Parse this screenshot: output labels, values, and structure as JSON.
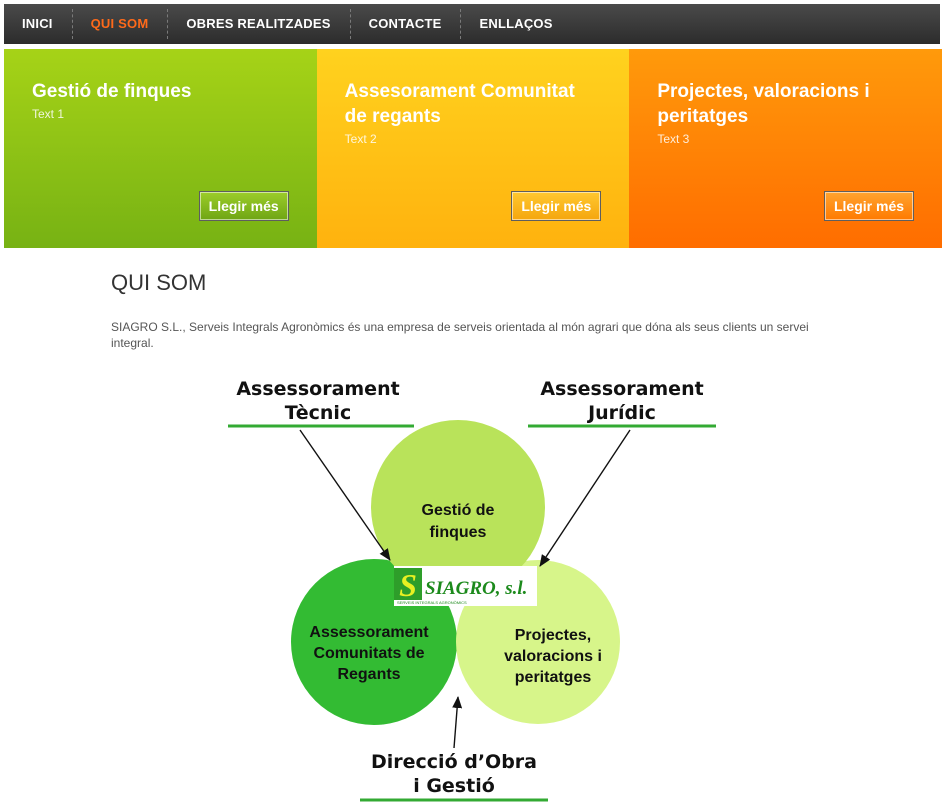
{
  "nav": {
    "items": [
      {
        "label": "INICI"
      },
      {
        "label": "QUI SOM"
      },
      {
        "label": "OBRES REALITZADES"
      },
      {
        "label": "CONTACTE"
      },
      {
        "label": "ENLLAÇOS"
      }
    ],
    "active_index": 1
  },
  "banners": [
    {
      "title": "Gestió de finques",
      "text": "Text 1",
      "button": "Llegir més"
    },
    {
      "title": "Assesorament Comunitat de regants",
      "text": "Text 2",
      "button": "Llegir més"
    },
    {
      "title": "Projectes, valoracions i peritatges",
      "text": "Text 3",
      "button": "Llegir més"
    }
  ],
  "main": {
    "title": "QUI SOM",
    "intro": "SIAGRO S.L., Serveis Integrals Agronòmics és una empresa de serveis orientada al món agrari que dóna als seus clients un servei integral."
  },
  "diagram": {
    "top_left": [
      "Assessorament",
      "Tècnic"
    ],
    "top_right": [
      "Assessorament",
      "Jurídic"
    ],
    "bottom": [
      "Direcció d’Obra",
      "i Gestió"
    ],
    "circle_top": [
      "Gestió de",
      "finques"
    ],
    "circle_left": [
      "Assessorament",
      "Comunitats de",
      "Regants"
    ],
    "circle_right": [
      "Projectes,",
      "valoracions i",
      "peritatges"
    ],
    "logo": {
      "text": "SIAGRO, s.l.",
      "subtext": "SERVEIS INTEGRALS AGRONÒMICS"
    }
  },
  "colors": {
    "nav_active": "#ff6a1a",
    "banner_green": "#8ec516",
    "banner_yellow": "#ffc418",
    "banner_orange": "#ff8a00",
    "circle_top": "#b9e35a",
    "circle_left": "#33bb33",
    "circle_right": "#d7f58a"
  }
}
